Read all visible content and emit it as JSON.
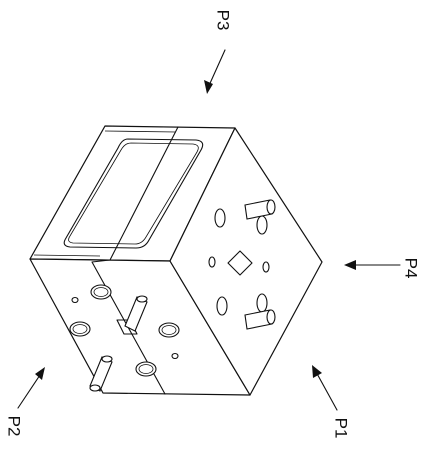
{
  "ports": [
    {
      "id": "p1",
      "label": "P1"
    },
    {
      "id": "p2",
      "label": "P2"
    },
    {
      "id": "p3",
      "label": "P3"
    },
    {
      "id": "p4",
      "label": "P4"
    }
  ],
  "colors": {
    "line": "#111111",
    "background": "#ffffff"
  }
}
